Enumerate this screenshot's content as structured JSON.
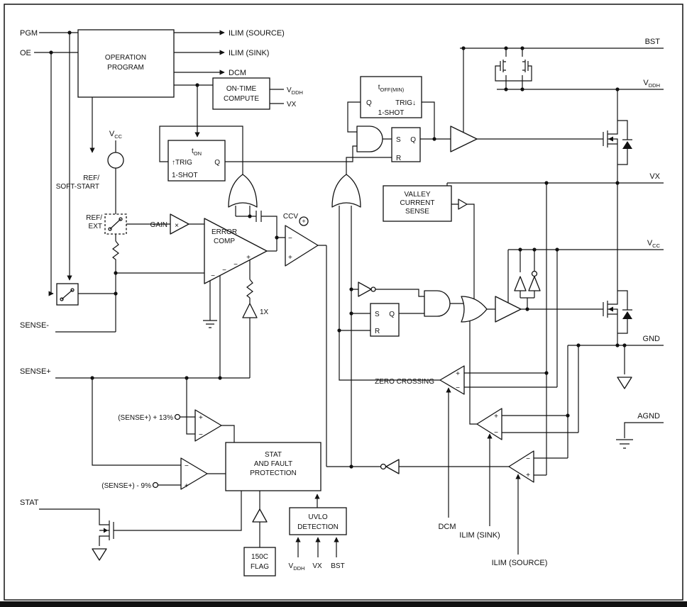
{
  "pins_left": {
    "pgm": "PGM",
    "oe": "OE",
    "sense_minus": "SENSE-",
    "sense_plus": "SENSE+",
    "stat": "STAT"
  },
  "pins_right": {
    "bst": "BST",
    "vddh": {
      "base": "V",
      "sub": "DDH"
    },
    "vx": "VX",
    "vcc": {
      "base": "V",
      "sub": "CC"
    },
    "gnd": "GND",
    "agnd": "AGND"
  },
  "program_outputs": {
    "ilim_source": "ILIM (SOURCE)",
    "ilim_sink": "ILIM (SINK)",
    "dcm": "DCM"
  },
  "blocks": {
    "operation_program": [
      "OPERATION",
      "PROGRAM"
    ],
    "on_time_compute": [
      "ON-TIME",
      "COMPUTE"
    ],
    "valley_current_sense": [
      "VALLEY",
      "CURRENT",
      "SENSE"
    ],
    "stat_fault": [
      "STAT",
      "AND FAULT",
      "PROTECTION"
    ],
    "uvlo": [
      "UVLO",
      "DETECTION"
    ],
    "flag_150c": [
      "150C",
      "FLAG"
    ],
    "one_shot": "1-SHOT",
    "ton": {
      "base": "t",
      "sub": "ON"
    },
    "toff": {
      "base": "t",
      "sub": "OFF(MIN)"
    },
    "trig_up": "↑TRIG",
    "trig_down": "TRIG↓",
    "s": "S",
    "r": "R",
    "q": "Q"
  },
  "analog": {
    "vcc_top": {
      "base": "V",
      "sub": "CC"
    },
    "ref_soft_start": [
      "REF/",
      "SOFT-START"
    ],
    "ref_ext": [
      "REF/",
      "EXT"
    ],
    "gain": "GAIN",
    "times": "×",
    "error_comp": [
      "ERROR",
      "COMP"
    ],
    "ccv": "CCV",
    "plus": "+",
    "minus": "−",
    "one_x": "1X",
    "ontime_vddh": {
      "base": "V",
      "sub": "DDH"
    },
    "ontime_vx": "VX"
  },
  "comparators": {
    "zero_crossing": "ZERO CROSSING",
    "sense_plus_13": "(SENSE+) + 13%",
    "sense_minus_9": "(SENSE+) - 9%"
  },
  "bottom_signals": {
    "dcm": "DCM",
    "ilim_sink": "ILIM (SINK)",
    "ilim_source": "ILIM (SOURCE)",
    "uvlo_vddh": {
      "base": "V",
      "sub": "DDH"
    },
    "uvlo_vx": "VX",
    "uvlo_bst": "BST"
  }
}
